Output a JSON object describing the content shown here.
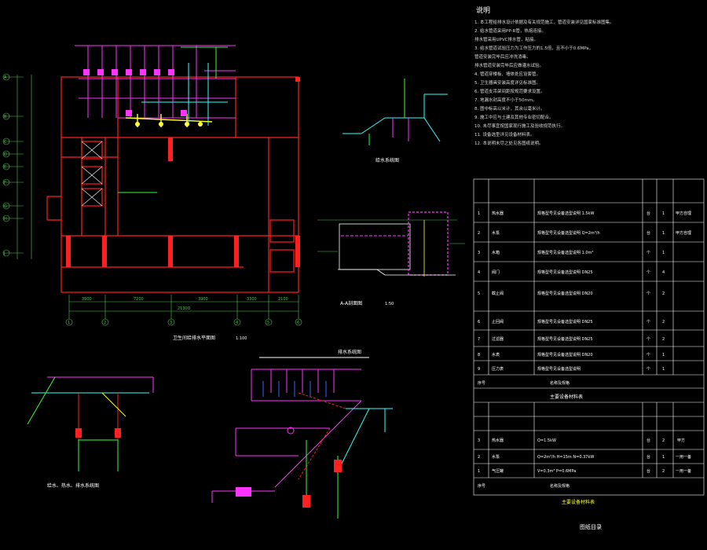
{
  "drawing": {
    "notes_title": "说明",
    "sheet_label": "图纸目录",
    "legend_colors": {
      "wall": "#ff2020",
      "pipe_magenta": "#ff33ff",
      "pipe_yellow": "#ffff33",
      "pipe_cyan": "#33ffff",
      "pipe_green": "#33ff33",
      "pipe_blue": "#3366ff",
      "grid": "#4ec94e",
      "text": "#ffffff"
    },
    "notes": [
      "1. 本工程给排水设计依据及有关规范施工，管道安装详见国家标准图集。",
      "2. 给水管道采用PP-R管，热熔连接。",
      "   排水管采用UPVC排水管，粘接。",
      "3. 给水管道试验压力为工作压力的1.5倍，且不小于0.6MPa，",
      "   管道安装完毕后应冲洗消毒。",
      "   排水管道安装完毕后应做灌水试验。",
      "4. 管道穿楼板、墙体处应设套管。",
      "5. 卫生器具安装高度详见标准图。",
      "6. 管道支吊架间距按规范要求设置。",
      "7. 地漏水封高度不小于50mm。",
      "8. 图中标高以米计，其余以毫米计。",
      "9. 施工中应与土建及其他专业密切配合。",
      "10. 未尽事宜按国家现行施工及验收规范执行。",
      "11. 设备选型详见设备材料表。",
      "12. 本说明未尽之处见各图纸说明。"
    ],
    "upper_table": {
      "rows": [
        {
          "no": "1",
          "name": "热水器",
          "spec": "规格型号见设备选型说明 1.5kW",
          "unit": "台",
          "qty": "1",
          "remark": "甲方自理"
        },
        {
          "no": "2",
          "name": "水泵",
          "spec": "规格型号见设备选型说明 Q=2m³/h",
          "unit": "台",
          "qty": "1",
          "remark": "甲方自理"
        },
        {
          "no": "3",
          "name": "水箱",
          "spec": "规格型号见设备选型说明 1.0m³",
          "unit": "个",
          "qty": "1",
          "remark": ""
        },
        {
          "no": "4",
          "name": "阀门",
          "spec": "规格型号见设备选型说明 DN25",
          "unit": "个",
          "qty": "4",
          "remark": ""
        },
        {
          "no": "5",
          "name": "截止阀",
          "spec": "规格型号见设备选型说明 DN20",
          "unit": "个",
          "qty": "2",
          "remark": ""
        },
        {
          "no": "6",
          "name": "止回阀",
          "spec": "规格型号见设备选型说明 DN25",
          "unit": "个",
          "qty": "2",
          "remark": ""
        },
        {
          "no": "7",
          "name": "过滤器",
          "spec": "规格型号见设备选型说明 DN25",
          "unit": "个",
          "qty": "2",
          "remark": ""
        },
        {
          "no": "8",
          "name": "水表",
          "spec": "规格型号见设备选型说明 DN20",
          "unit": "个",
          "qty": "1",
          "remark": ""
        },
        {
          "no": "9",
          "name": "压力表",
          "spec": "规格型号见设备选型说明",
          "unit": "个",
          "qty": "1",
          "remark": ""
        }
      ],
      "footer": {
        "no": "序号",
        "name": "名称及规格"
      },
      "caption": "主要设备材料表"
    },
    "lower_table": {
      "rows": [
        {
          "no": "3",
          "name": "热水器",
          "spec": "Q=1.5kW",
          "unit": "台",
          "qty": "2",
          "remark": "甲方"
        },
        {
          "no": "2",
          "name": "水泵",
          "spec": "Q=2m³/h H=15m N=0.37kW",
          "unit": "台",
          "qty": "1",
          "remark": "一用一备"
        },
        {
          "no": "1",
          "name": "气压罐",
          "spec": "V=0.3m³ P=0.6MPa",
          "unit": "台",
          "qty": "2",
          "remark": "一用一备"
        }
      ],
      "footer": {
        "no": "序号",
        "name": "名称及规格"
      },
      "caption": "主要设备材料表"
    },
    "labels": {
      "floor_plan_title": "卫生间给排水平面图",
      "floor_plan_scale": "1:100",
      "section_title": "A-A剖面图",
      "section_scale": "1:50",
      "small_iso_title": "给水系统图",
      "left_iso_title": "给水、热水、排水系统图",
      "center_iso_title": "排水系统图",
      "left_axis": [
        "A",
        "B",
        "C",
        "D",
        "E",
        "F",
        "G",
        "H",
        "J"
      ],
      "bottom_axis": [
        "1",
        "2",
        "3",
        "4",
        "5",
        "6"
      ],
      "bottom_dims": [
        "3900",
        "7200",
        "3900",
        "3300",
        "2100"
      ],
      "overall_dim": "21300"
    }
  }
}
